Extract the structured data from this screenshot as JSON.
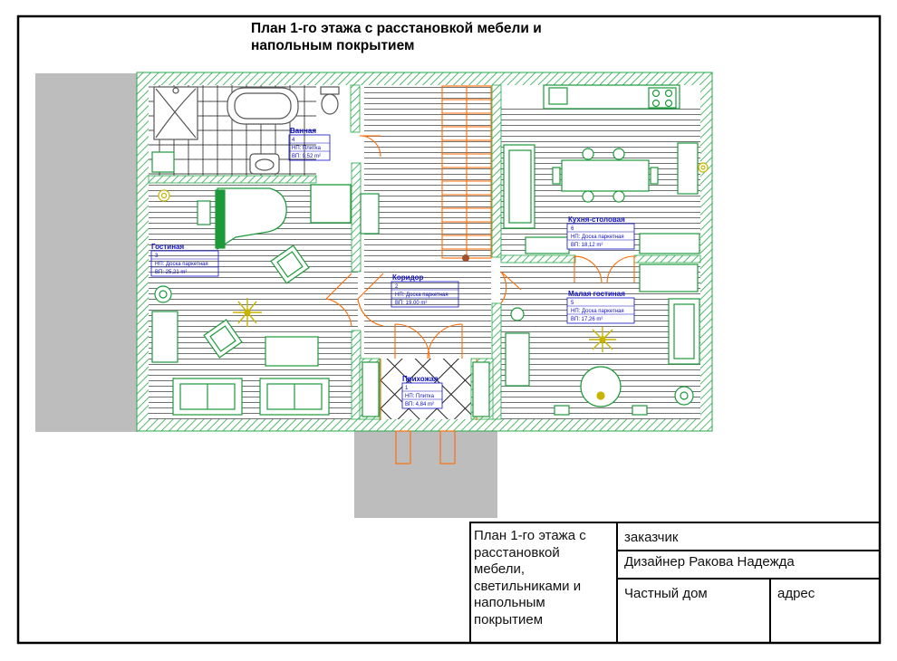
{
  "sheet": {
    "title": "План 1-го этажа с расстановкой мебели и\nнапольным покрытием"
  },
  "rooms": [
    {
      "name": "Ванная",
      "number": "4",
      "floor": "НП: Плитка",
      "area": "ВП: 9,52 m²"
    },
    {
      "name": "Гостиная",
      "number": "3",
      "floor": "НП: Доска паркетная",
      "area": "ВП: 25,21 m²"
    },
    {
      "name": "Коридор",
      "number": "2",
      "floor": "НП: Доска паркетная",
      "area": "ВП: 19,00 m²"
    },
    {
      "name": "Прихожая",
      "number": "1",
      "floor": "НП: Плитка",
      "area": "ВП: 4,84 m²"
    },
    {
      "name": "Кухня-столовая",
      "number": "6",
      "floor": "НП: Доска паркетная",
      "area": "ВП: 18,12 m²"
    },
    {
      "name": "Малая гостиная",
      "number": "5",
      "floor": "НП: Доска паркетная",
      "area": "ВП: 17,26 m²"
    }
  ],
  "title_block": {
    "description": "План 1-го этажа с\nрасстановкой\nмебели,\nсветильниками и\nнапольным\nпокрытием",
    "customer": "заказчик",
    "designer": "Дизайнер Ракова Надежда",
    "object": "Частный дом",
    "address": "адрес"
  },
  "colors": {
    "wall_hatch": "#27a84a",
    "tag_blue": "#1010c8",
    "door_orange": "#ff6a00",
    "furniture_green": "#1c9a3a",
    "lamp_yellow": "#c8b400",
    "terrace_grey": "#bdbdbd"
  }
}
